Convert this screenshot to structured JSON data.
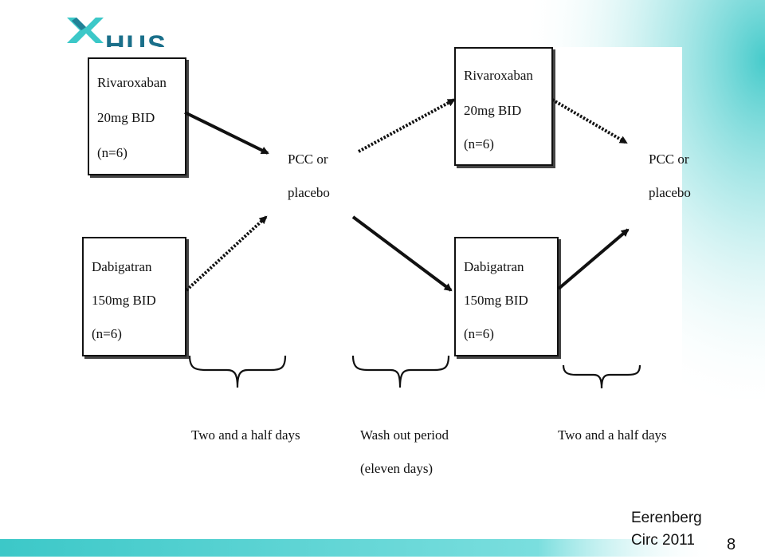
{
  "logo": {
    "text": "HUS",
    "icon": "cross-logo-icon"
  },
  "boxes": {
    "riva_left": {
      "l1": "Rivaroxaban",
      "l2": "20mg BID",
      "l3": "(n=6)"
    },
    "dabi_left": {
      "l1": "Dabigatran",
      "l2": "150mg BID",
      "l3": "(n=6)"
    },
    "riva_right": {
      "l1": "Rivaroxaban",
      "l2": "20mg BID",
      "l3": "(n=6)"
    },
    "dabi_right": {
      "l1": "Dabigatran",
      "l2": "150mg BID",
      "l3": "(n=6)"
    }
  },
  "treatment_mid": {
    "l1": "PCC or",
    "l2": "placebo"
  },
  "treatment_right": {
    "l1": "PCC or",
    "l2": "placebo"
  },
  "periods": {
    "first": "Two and a half days",
    "washout_l1": "Wash out period",
    "washout_l2": "(eleven days)",
    "second": "Two and a half days"
  },
  "citation": {
    "author": "Eerenberg",
    "journal": "Circ 2011"
  },
  "page_number": "8",
  "colors": {
    "accent": "#3cc8c8",
    "logo": "#1a6f8a"
  }
}
